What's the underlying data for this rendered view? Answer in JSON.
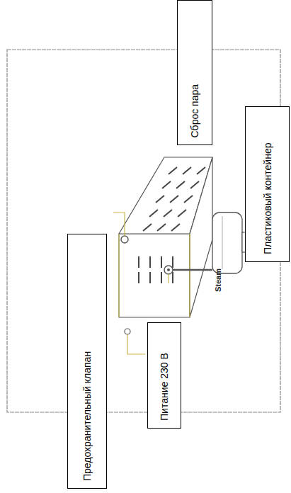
{
  "diagram": {
    "nodes": [
      {
        "text": [
          "Сброс пара"
        ]
      },
      {
        "text": [
          "Пластиковый контейнер"
        ]
      },
      {
        "text": [
          "Предохранительный клапан"
        ]
      },
      {
        "text": [
          "Питание 230 В"
        ]
      }
    ],
    "labels": [
      "Steam"
    ]
  }
}
